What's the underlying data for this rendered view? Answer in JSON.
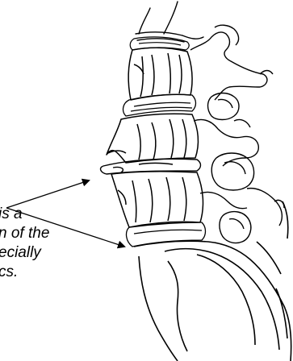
{
  "caption": {
    "lines": [
      "is a",
      "n of the",
      "ecially",
      "cs."
    ]
  },
  "colors": {
    "ink": "#000000",
    "background": "#ffffff"
  }
}
